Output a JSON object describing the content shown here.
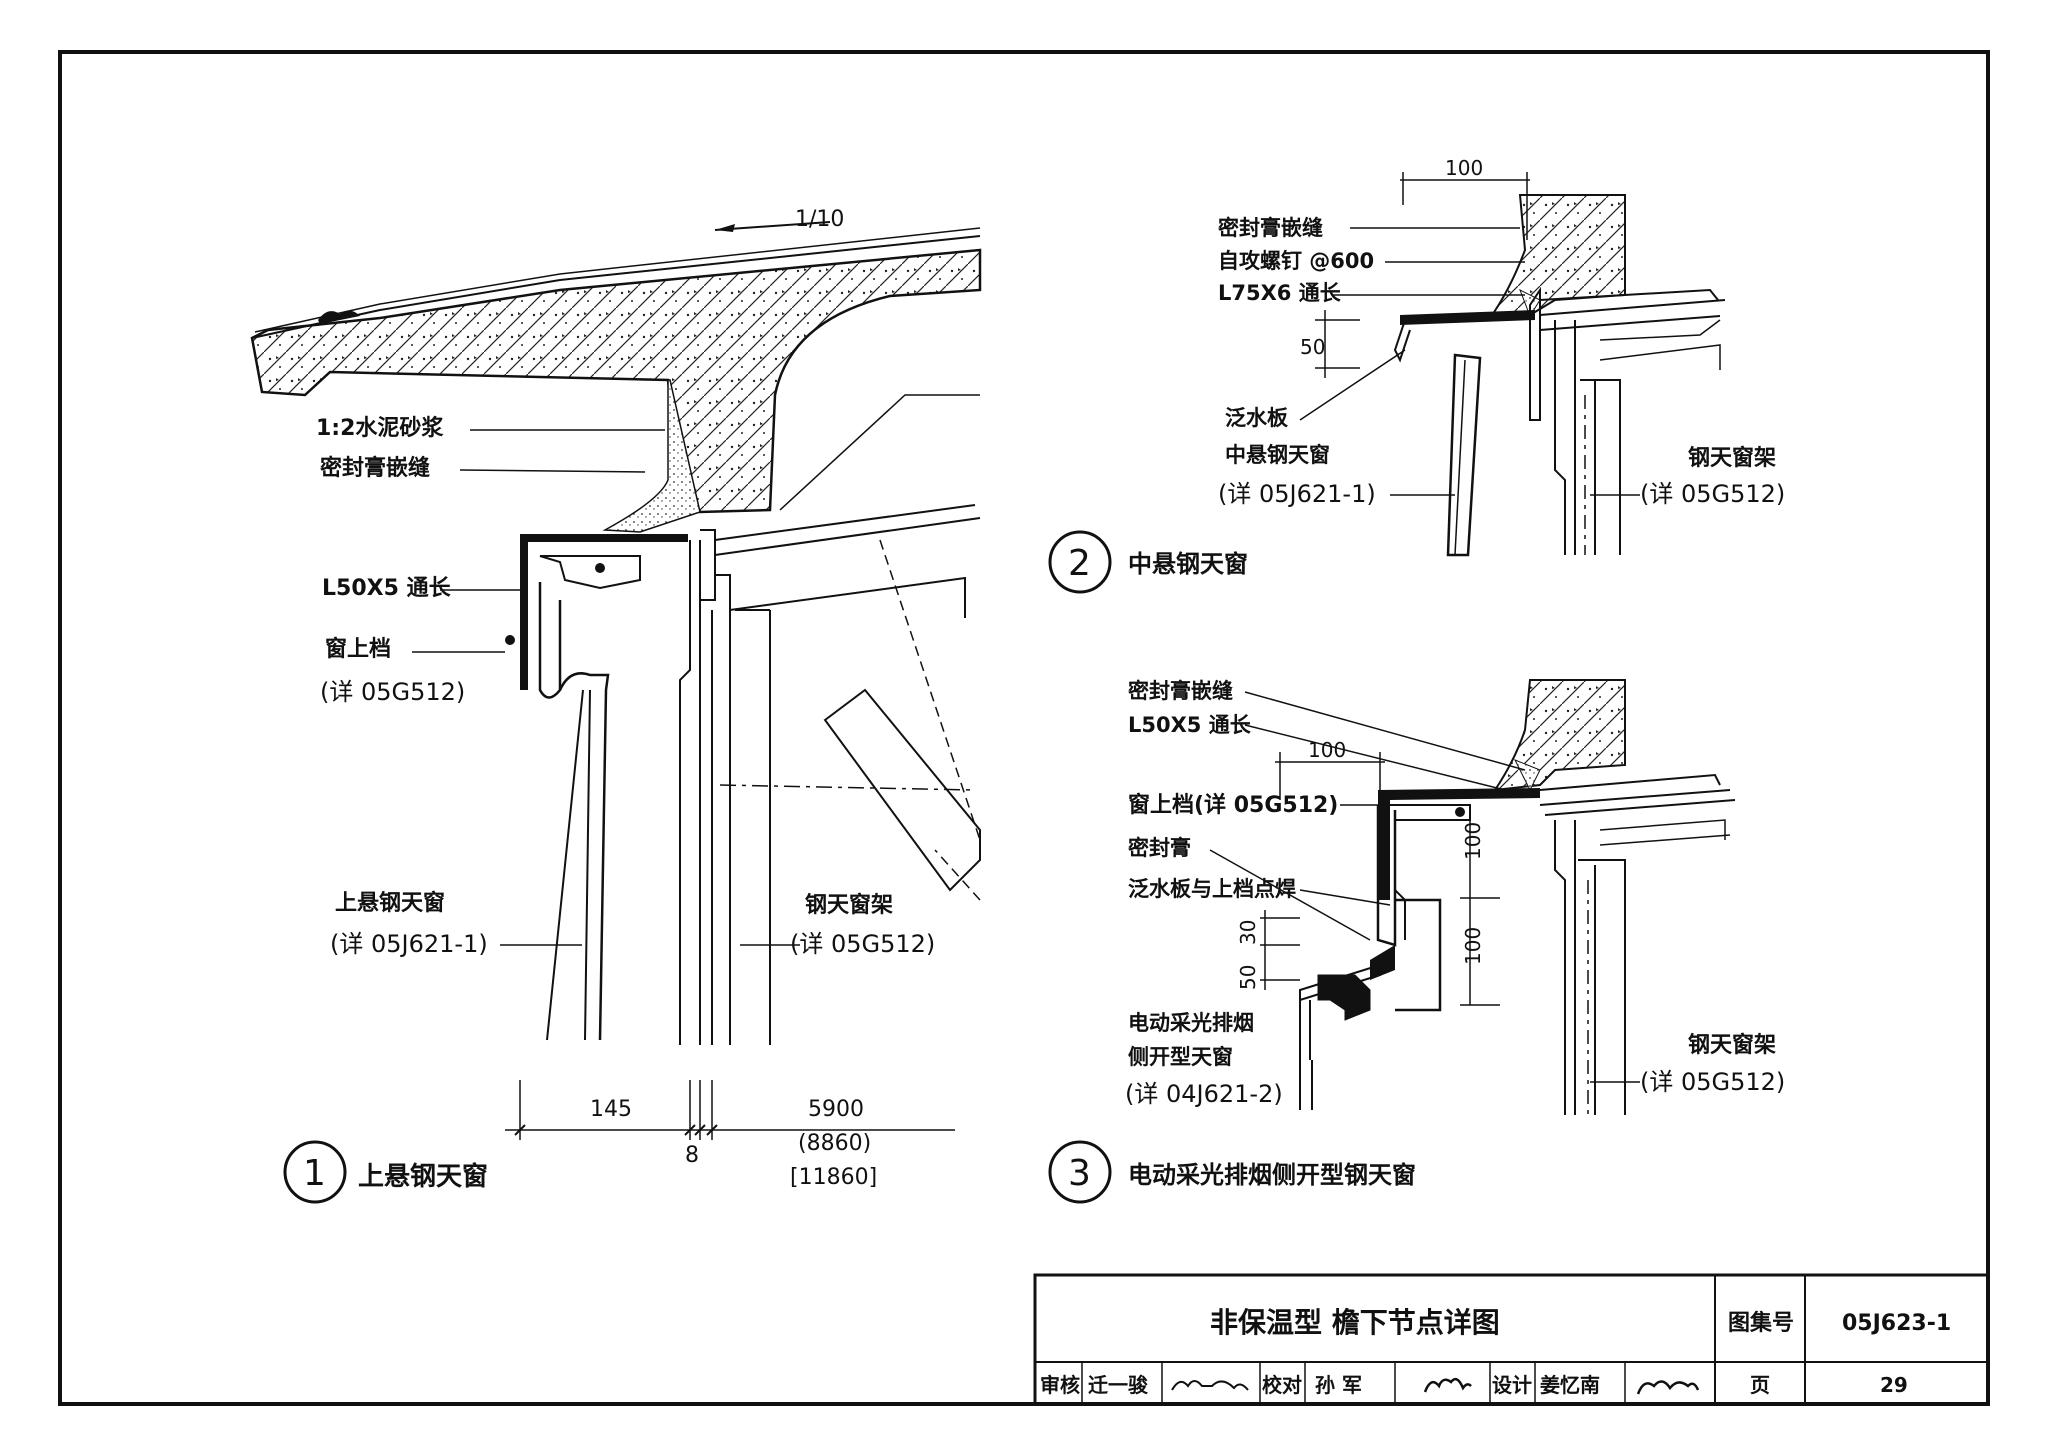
{
  "detail1": {
    "number": "1",
    "title": "上悬钢天窗",
    "slope": "1/10",
    "labels": {
      "mortar": "1:2水泥砂浆",
      "sealant_joint": "密封膏嵌缝",
      "angle": "L50X5 通长",
      "window_top_rail": "窗上档",
      "window_top_rail_ref": "(详 05G512)",
      "window": "上悬钢天窗",
      "window_ref": "(详 05J621-1)",
      "frame": "钢天窗架",
      "frame_ref": "(详 05G512)"
    },
    "dims": {
      "d145": "145",
      "d8": "8",
      "d5900": "5900",
      "d8860": "(8860)",
      "d11860": "[11860]"
    }
  },
  "detail2": {
    "number": "2",
    "title": "中悬钢天窗",
    "labels": {
      "sealant_joint": "密封膏嵌缝",
      "screw": "自攻螺钉 @600",
      "angle": "L75X6 通长",
      "flashing": "泛水板",
      "window": "中悬钢天窗",
      "window_ref": "(详 05J621-1)",
      "frame": "钢天窗架",
      "frame_ref": "(详 05G512)"
    },
    "dims": {
      "d100": "100",
      "d50": "50"
    }
  },
  "detail3": {
    "number": "3",
    "title": "电动采光排烟侧开型钢天窗",
    "labels": {
      "sealant_joint": "密封膏嵌缝",
      "angle": "L50X5 通长",
      "window_top_rail": "窗上档(详 05G512)",
      "sealant": "密封膏",
      "flashing_weld": "泛水板与上档点焊",
      "window_line1": "电动采光排烟",
      "window_line2": "侧开型天窗",
      "window_ref": "(详 04J621-2)",
      "frame": "钢天窗架",
      "frame_ref": "(详 05G512)"
    },
    "dims": {
      "d100a": "100",
      "d100b": "100",
      "d100c": "100",
      "d30": "30",
      "d50": "50"
    }
  },
  "title_block": {
    "drawing_title": "非保温型 檐下节点详图",
    "atlas_label": "图集号",
    "atlas_no": "05J623-1",
    "review_label": "审核",
    "reviewer": "迁一骏",
    "check_label": "校对",
    "checker": "孙 军",
    "design_label": "设计",
    "designer": "姜忆南",
    "page_label": "页",
    "page_no": "29"
  }
}
